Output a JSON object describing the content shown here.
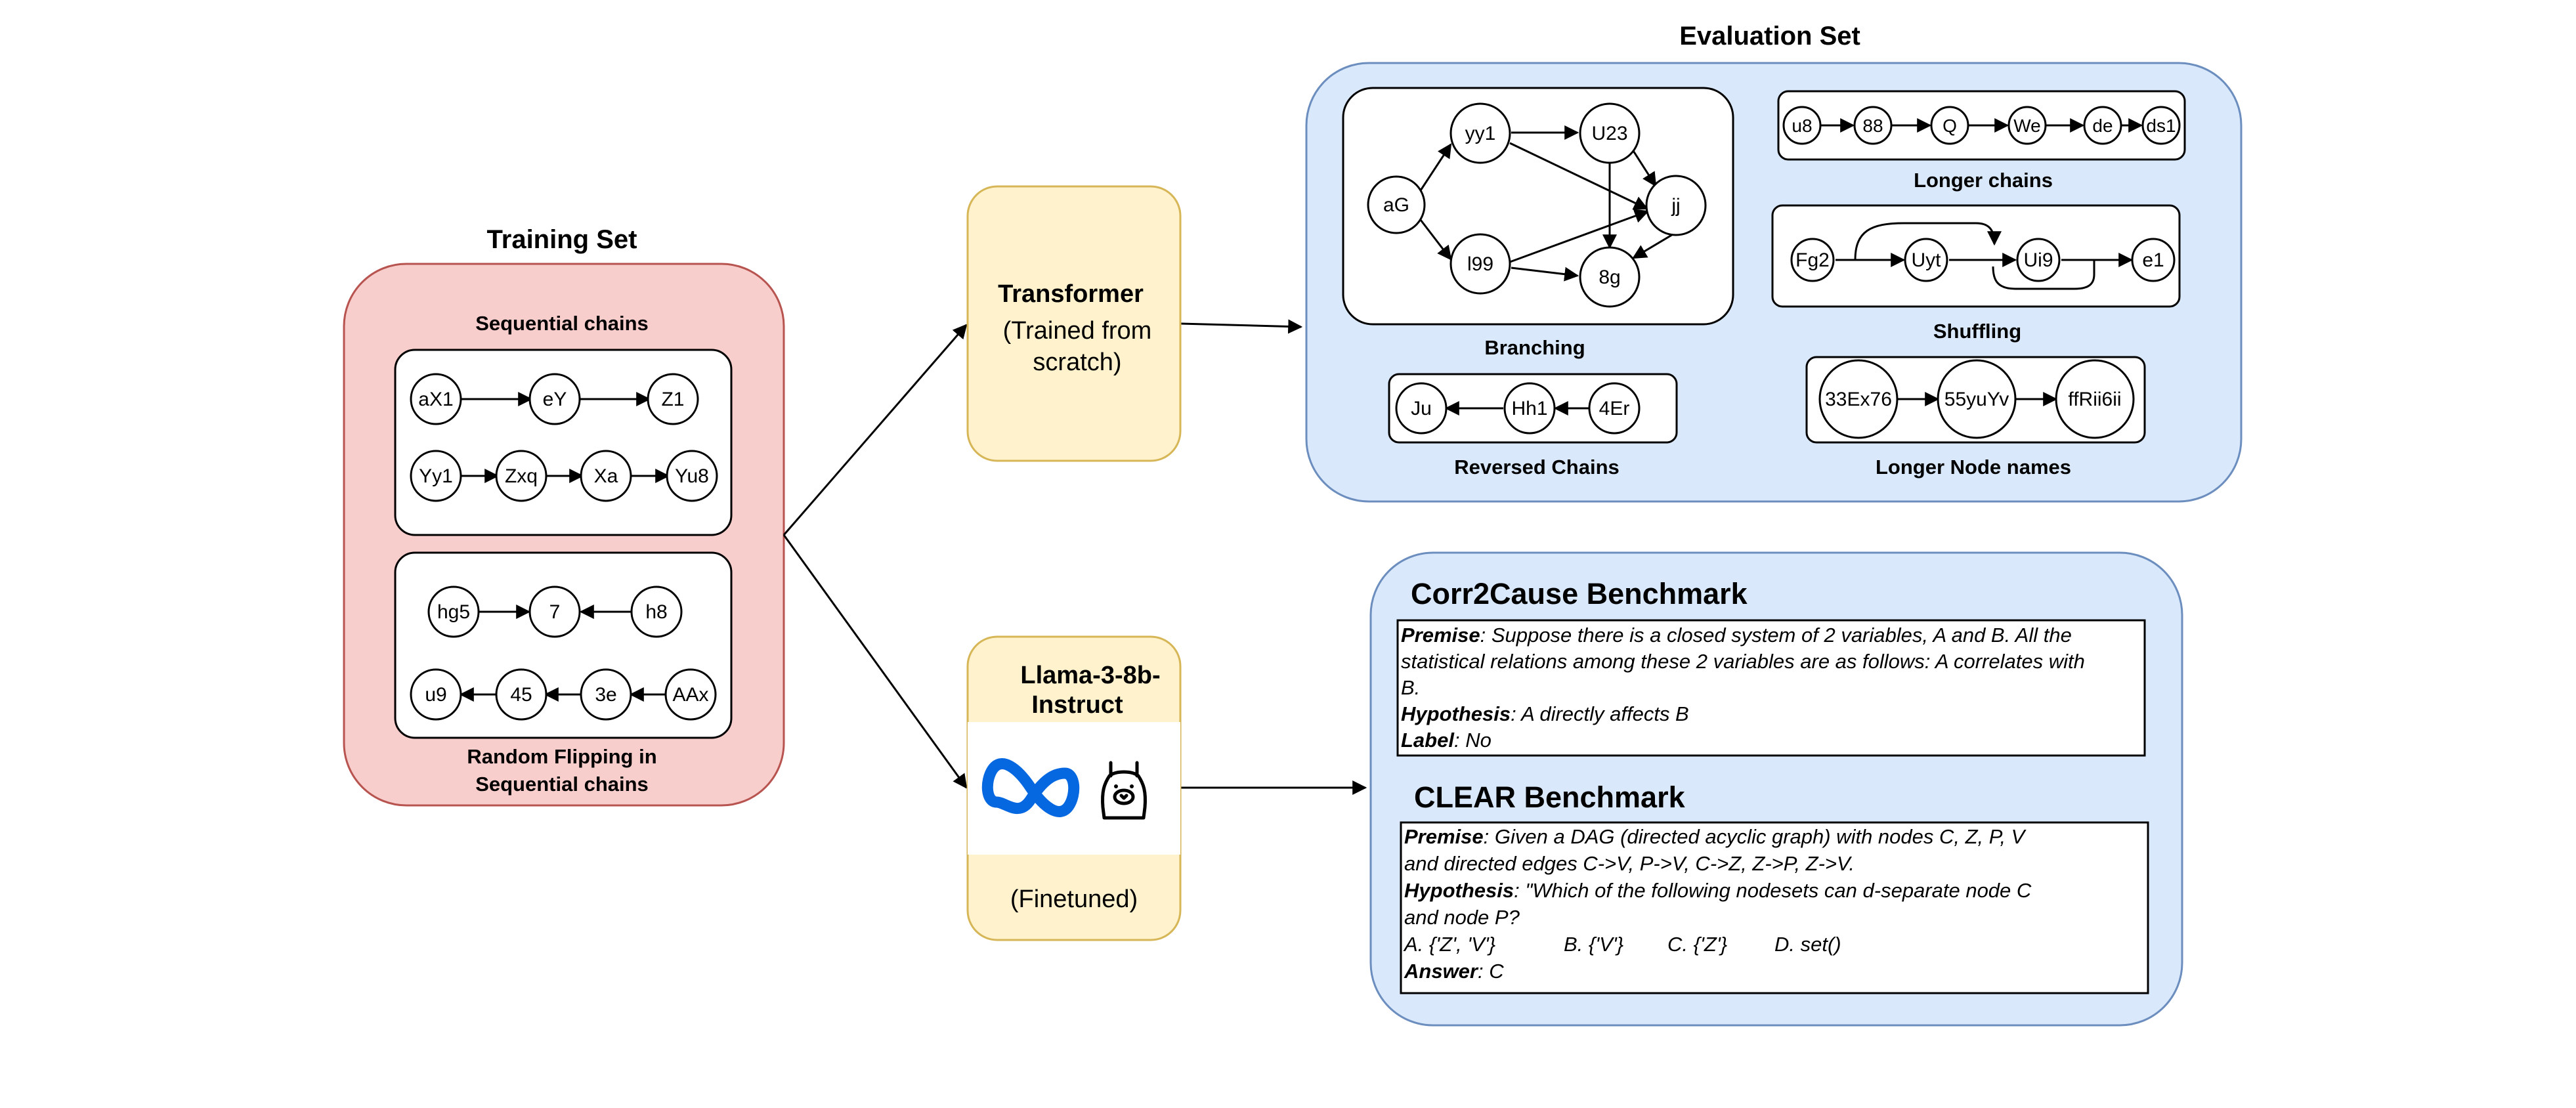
{
  "training": {
    "title": "Training Set",
    "sequential_title": "Sequential chains",
    "flipping_title_1": "Random Flipping in",
    "flipping_title_2": "Sequential chains",
    "nodes": {
      "aX1": "aX1",
      "eY": "eY",
      "Z1": "Z1",
      "Yy1": "Yy1",
      "Zxq": "Zxq",
      "Xa": "Xa",
      "Yu8": "Yu8",
      "hg5": "hg5",
      "n7": "7",
      "h8": "h8",
      "u9": "u9",
      "n45": "45",
      "n3e": "3e",
      "AAx": "AAx"
    }
  },
  "transformer": {
    "title": "Transformer",
    "line1": "(Trained from",
    "line2": "scratch)"
  },
  "llama": {
    "line1": "Llama-3-8b-",
    "line2": "Instruct",
    "finetuned": "(Finetuned)",
    "meta_icon": "meta-logo-icon",
    "llama_icon": "llama-icon"
  },
  "evaluation": {
    "title": "Evaluation Set",
    "branching": "Branching",
    "longer_chains": "Longer chains",
    "shuffling": "Shuffling",
    "reversed": "Reversed Chains",
    "longer_names": "Longer Node names",
    "nodes": {
      "aG": "aG",
      "yy1": "yy1",
      "U23": "U23",
      "jj": "jj",
      "l99": "l99",
      "g8": "8g",
      "u8": "u8",
      "n88": "88",
      "Q": "Q",
      "We": "We",
      "de": "de",
      "ds1": "ds1",
      "Fg2": "Fg2",
      "Uyt": "Uyt",
      "Ui9": "Ui9",
      "e1": "e1",
      "Ju": "Ju",
      "Hh1": "Hh1",
      "Er4": "4Er",
      "Ex33": "33Ex76",
      "yuYv": "55yuYv",
      "ffR": "ffRii6ii"
    }
  },
  "corr2cause": {
    "title": "Corr2Cause Benchmark",
    "premise_label": "Premise",
    "premise_1": ": Suppose there is a closed system of 2 variables, A and B. All the",
    "premise_2": "statistical relations among these 2 variables are as follows: A correlates with",
    "premise_3": "B.",
    "hypothesis_label": "Hypothesis",
    "hypothesis": ": A directly affects B",
    "label_label": "Label",
    "label": ": No"
  },
  "clear": {
    "title": "CLEAR Benchmark",
    "premise_label": "Premise",
    "premise_1": ": Given a DAG (directed acyclic graph) with nodes C, Z, P, V",
    "premise_2": "and directed edges C->V, P->V, C->Z, Z->P, Z->V.",
    "hypothesis_label": "Hypothesis",
    "hypothesis_1": ": \"Which of the following nodesets can d-separate node C",
    "hypothesis_2": "and node P?",
    "option_a": "A. {'Z', 'V'}",
    "option_b": "B. {'V'}",
    "option_c": "C. {'Z'}",
    "option_d": "D. set()",
    "answer_label": "Answer",
    "answer": ": C"
  },
  "colors": {
    "training_fill": "#f8cecc",
    "training_stroke": "#b85450",
    "model_fill": "#fff2cc",
    "model_stroke": "#d6b656",
    "eval_fill": "#dae8fc",
    "eval_stroke": "#6c8ebf",
    "meta_blue": "#0668E1"
  }
}
